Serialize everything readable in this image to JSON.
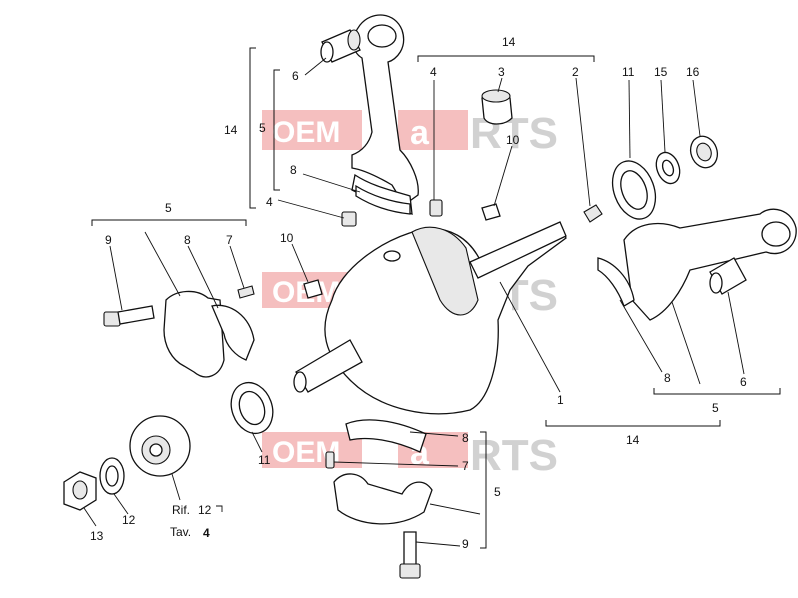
{
  "watermark": {
    "left": "OEM",
    "right": "RTS",
    "mid": "a"
  },
  "callouts": {
    "c14_top_left": "14",
    "c5_top_left": "5",
    "c6_top_left": "6",
    "c8_top_left": "8",
    "c4_top": "4",
    "c4_left": "4",
    "c3": "3",
    "c2": "2",
    "c10_right": "10",
    "c10_left": "10",
    "c14_top_right": "14",
    "c11_top": "11",
    "c15": "15",
    "c16": "16",
    "c5_left": "5",
    "c9_left": "9",
    "c8_left": "8",
    "c7_left": "7",
    "c1": "1",
    "c8_right": "8",
    "c6_right": "6",
    "c5_right": "5",
    "c14_bottom": "14",
    "c8_bottom": "8",
    "c7_bottom": "7",
    "c5_bottom": "5",
    "c9_bottom": "9",
    "c11_bottom": "11",
    "c12": "12",
    "c13": "13"
  },
  "reference": {
    "rif_label": "Rif.",
    "rif_value": "12",
    "tav_label": "Tav.",
    "tav_value": "4"
  }
}
